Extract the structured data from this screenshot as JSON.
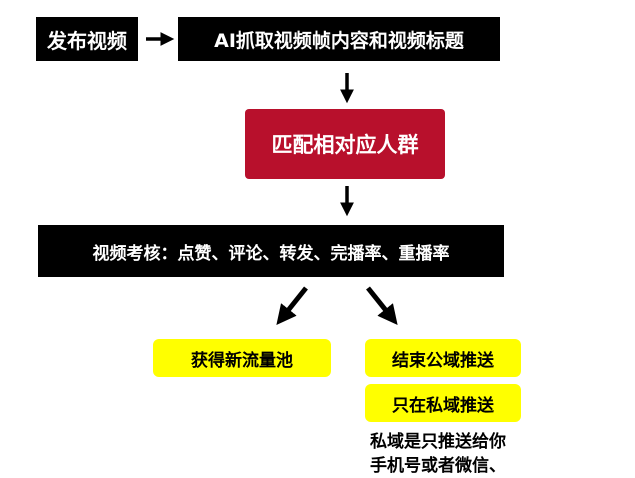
{
  "nodes": {
    "publish": "发布视频",
    "ai_extract": "AI抓取视频帧内容和视频标题",
    "match": "匹配相对应人群",
    "assessment": "视频考核：点赞、评论、转发、完播率、重播率",
    "traffic_pool": "获得新流量池",
    "end_public": "结束公域推送",
    "private_only": "只在私域推送"
  },
  "note": {
    "line1": "私域是只推送给你",
    "line2": "手机号或者微信、"
  },
  "colors": {
    "dark_box": "#000000",
    "match_box": "#b8102c",
    "result_box": "#ffff00"
  }
}
